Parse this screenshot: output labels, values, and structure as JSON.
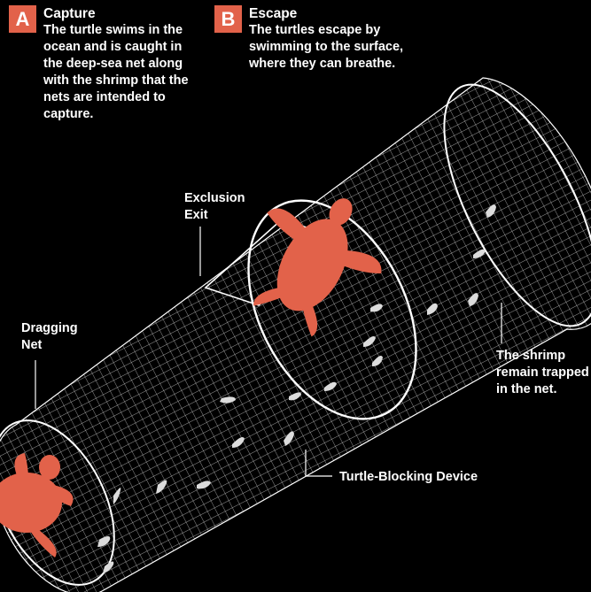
{
  "steps": [
    {
      "badge": "A",
      "title": "Capture",
      "text": "The turtle swims in the ocean and is caught in the deep-sea net along with the shrimp that the nets are intended to capture."
    },
    {
      "badge": "B",
      "title": "Escape",
      "text": "The turtles escape by swimming to the surface, where they can breathe."
    }
  ],
  "labels": {
    "exclusion_exit": "Exclusion\nExit",
    "dragging_net": "Dragging\nNet",
    "shrimp_trapped": "The shrimp\nremain trapped\nin the net.",
    "turtle_blocking_device": "Turtle-Blocking Device"
  },
  "colors": {
    "badge": "#e2624a",
    "turtle": "#e2624a",
    "net": "#ffffff",
    "background": "#000000"
  }
}
